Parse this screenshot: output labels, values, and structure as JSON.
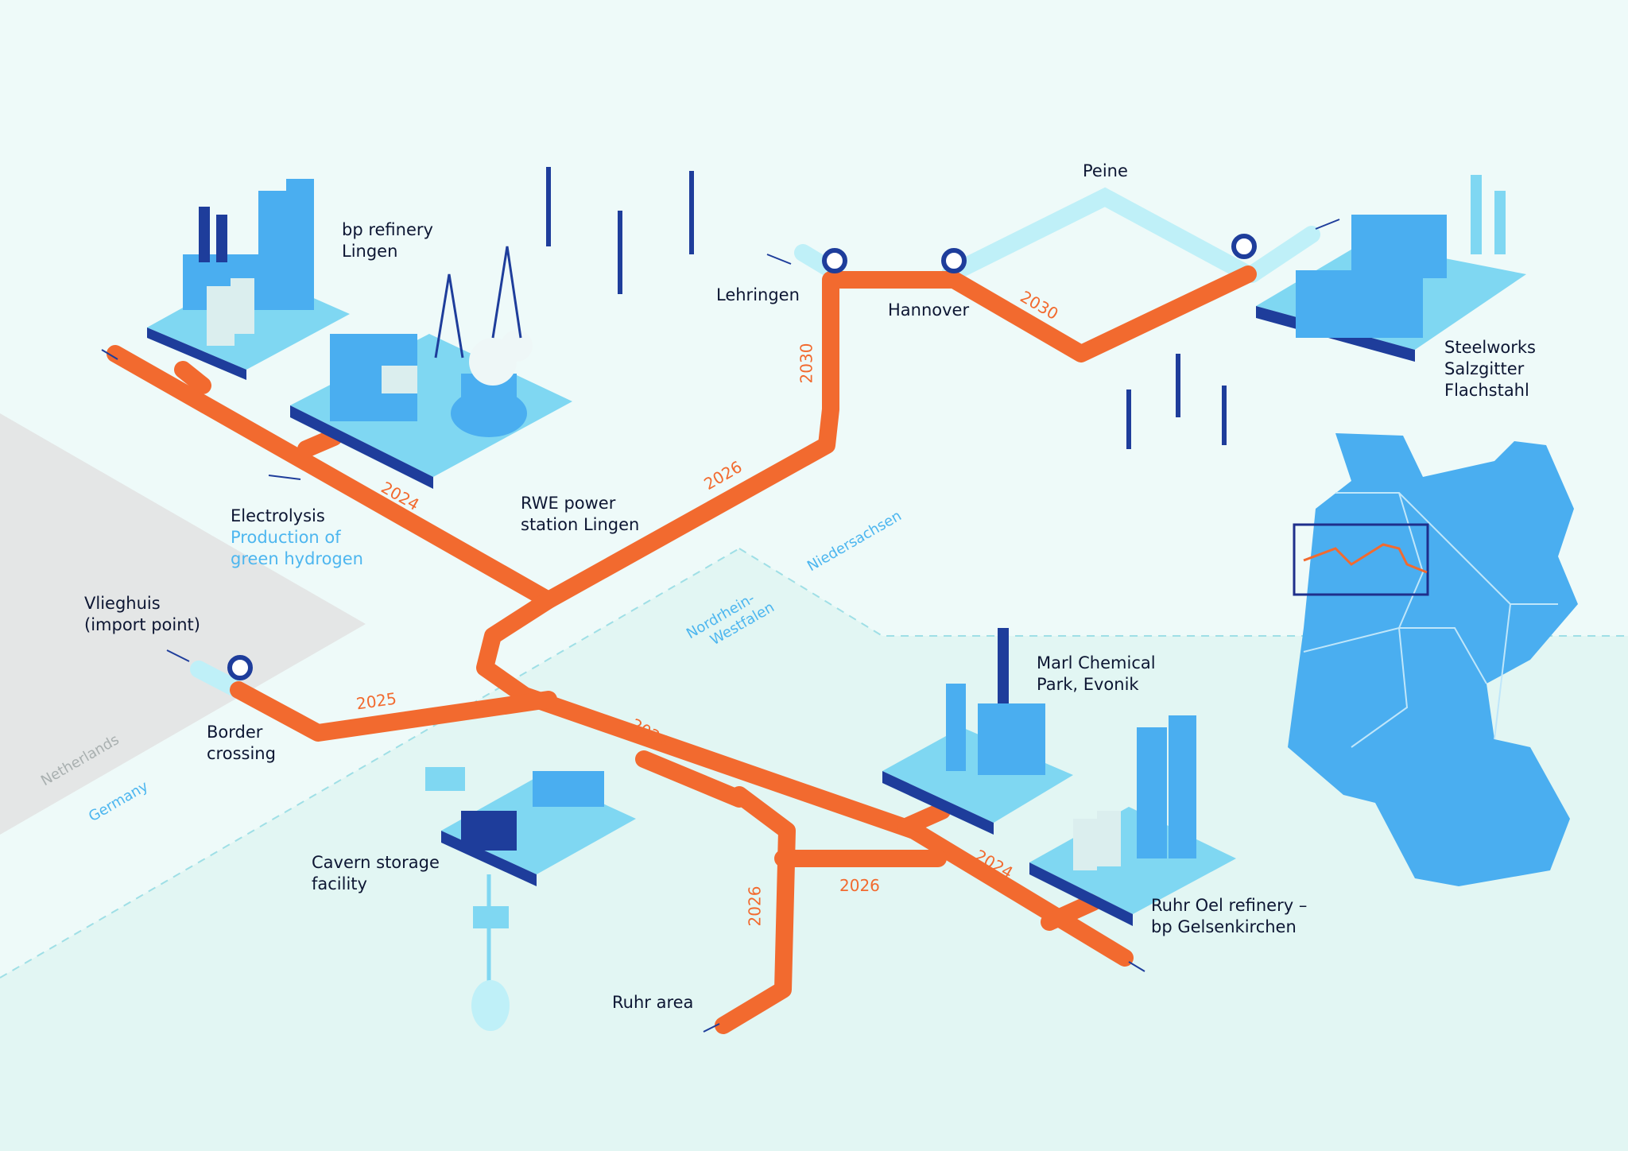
{
  "colors": {
    "background": "#eefaf9",
    "pipeline": "#f26a2f",
    "pipeline_light": "#bff0f8",
    "facility_light": "#7fd7f2",
    "facility_dark": "#1e3d9b",
    "label_dark": "#0d1633",
    "label_blue": "#4db6ef",
    "netherlands": "#e4e6e6",
    "map_fill": "#4aaef0",
    "map_box": "#1f2f8c"
  },
  "labels": {
    "bp_refinery": [
      "bp refinery",
      "Lingen"
    ],
    "rwe": [
      "RWE power",
      "station Lingen"
    ],
    "electrolysis": "Electrolysis",
    "electrolysis_sub": [
      "Production of",
      "green hydrogen"
    ],
    "vlieghuis": [
      "Vlieghuis",
      "(import point)"
    ],
    "border": [
      "Border",
      "crossing"
    ],
    "lehringen": "Lehringen",
    "hannover": "Hannover",
    "peine": "Peine",
    "steelworks": [
      "Steelworks",
      "Salzgitter",
      "Flachstahl"
    ],
    "marl": [
      "Marl Chemical",
      "Park, Evonik"
    ],
    "ruhr_oel": [
      "Ruhr Oel refinery –",
      "bp Gelsenkirchen"
    ],
    "cavern": [
      "Cavern storage",
      "facility"
    ],
    "ruhr_area": "Ruhr area"
  },
  "regions": {
    "netherlands": "Netherlands",
    "germany": "Germany",
    "niedersachsen": "Niedersachsen",
    "nrw": [
      "Nordrhein-",
      "Westfalen"
    ]
  },
  "years": {
    "lingen_segment": "2024",
    "border_segment": "2025",
    "north_segment": "2026",
    "lehringen_segment": "2030",
    "peine_segment": "2030",
    "south_segment": "2024",
    "gelsenkirchen_segment": "2024",
    "cross_segment": "2026",
    "ruhr_segment": "2026"
  }
}
